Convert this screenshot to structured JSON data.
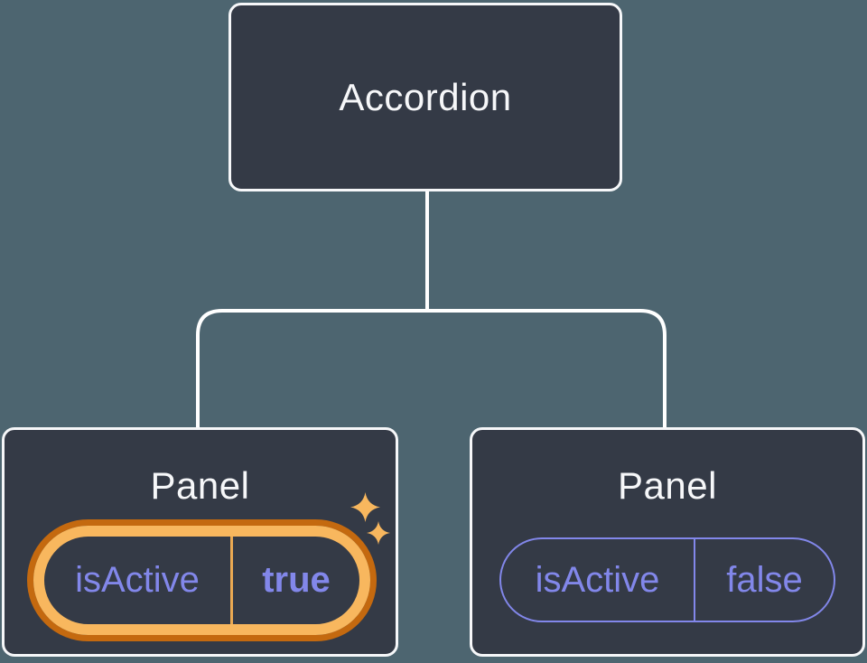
{
  "diagram": {
    "root": {
      "label": "Accordion"
    },
    "panels": [
      {
        "label": "Panel",
        "prop_name": "isActive",
        "prop_value": "true",
        "highlighted": true,
        "icon": "sparkles-icon"
      },
      {
        "label": "Panel",
        "prop_name": "isActive",
        "prop_value": "false",
        "highlighted": false
      }
    ]
  },
  "colors": {
    "background": "#4d6570",
    "node_fill": "#343a46",
    "node_border": "#f6f7f9",
    "connector": "#ffffff",
    "title_text": "#f6f7f9",
    "prop_text": "#8287ea",
    "pill_border_inactive": "#8287ea",
    "highlight_ring_outer": "#c4690f",
    "highlight_ring_inner": "#f8b75e",
    "highlight_divider": "#eaa952",
    "sparkle": "#f8b75e"
  }
}
